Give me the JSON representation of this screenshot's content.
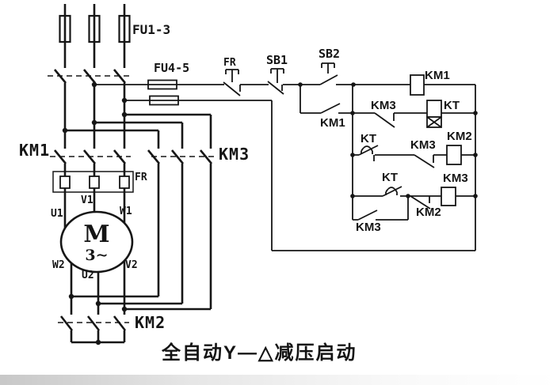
{
  "title": "全自动Y—△减压启动",
  "colors": {
    "line": "#161616",
    "background": "#ffffff"
  },
  "power": {
    "incoming_fuses_label": "FU1-3",
    "control_fuses_label": "FU4-5",
    "main_contactor_label": "KM1",
    "delta_contactor_label": "KM3",
    "star_contactor_label": "KM2",
    "overload_relay_label": "FR",
    "motor": {
      "symbol": "M",
      "phase_mark": "3∼",
      "terminals_top": [
        "U1",
        "V1",
        "W1"
      ],
      "terminals_bottom": [
        "W2",
        "U2",
        "V2"
      ]
    }
  },
  "control": {
    "overload_contact_label": "FR",
    "stop_button_label": "SB1",
    "start_button_label": "SB2",
    "km1_seal_label": "KM1",
    "km1_coil_label": "KM1",
    "km3_nc_row2_label": "KM3",
    "kt_coil_label": "KT",
    "kt_no_row3_label": "KT",
    "km3_nc_row3_label": "KM3",
    "km2_coil_label": "KM2",
    "kt_nc_row4_label": "KT",
    "km2_nc_row4_label": "KM2",
    "km3_coil_label": "KM3",
    "km3_seal_label": "KM3"
  }
}
